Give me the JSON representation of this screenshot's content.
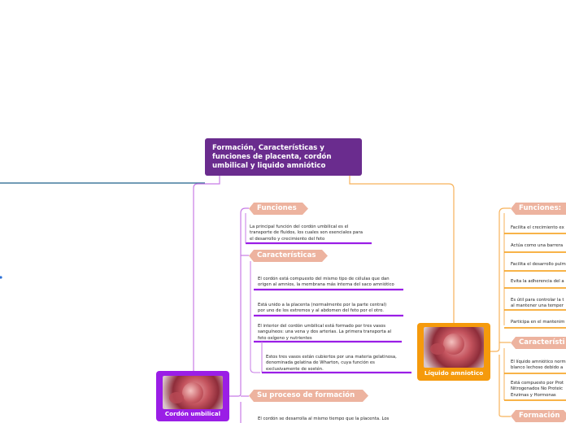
{
  "root": {
    "lines": [
      "Formación, Características y",
      "funciones de placenta, cordón",
      "umbilical y liquido amniótico"
    ]
  },
  "cordon": {
    "label": "Cordón umbilical",
    "funciones": {
      "label": "Funciones",
      "text": [
        "La principal función del cordón umbilical es el",
        "transporte de fluidos, los cuales son esenciales para",
        "el desarrollo y crecimiento del feto"
      ]
    },
    "caracteristicas": {
      "label": "Características",
      "items": [
        [
          "El cordón está compuesto del mismo tipo de células que dan",
          "origen al amnios, la membrana más interna del saco amniótico"
        ],
        [
          "Está unido a la placenta (normalmente por la parte central)",
          "por uno de los extremos y al abdomen del feto por el otro."
        ],
        [
          "El interior del cordón umbilical está formado por tres vasos",
          "sanguíneos: una vena y dos arterias. La primera transporta al",
          "feto oxígeno y nutrientes"
        ]
      ],
      "sub": [
        "Estos tres vasos están cubiertos por una materia gelatinosa,",
        "denominada gelatina de Wharton, cuya función es",
        "exclusivamente de sostén."
      ]
    },
    "proceso": {
      "label": "Su proceso de formación",
      "text": "El cordón se desarrolla al mismo tiempo que la placenta. Los"
    }
  },
  "liquido": {
    "label": "Líquido amniotico",
    "funciones": {
      "label": "Funciones:",
      "items": [
        "Facilita el crecimiento ex",
        "Actúa como una barrera",
        "Facilita el desarrollo pulm",
        "Evita la adherencia del a",
        [
          "Es útil para controlar la t",
          "al mantener una temper"
        ],
        "Participa en el mantenim"
      ]
    },
    "caracteristicas": {
      "label": "Característi",
      "items": [
        [
          "El líquido amniótico norm",
          "blanco lechoso debido a"
        ],
        [
          "Está compuesto por Prot",
          "Nitrogenados No Proteic",
          "Enzimas y Hormonas"
        ]
      ]
    },
    "formacion": {
      "label": "Formación"
    }
  },
  "colors": {
    "root": "#6a2c8e",
    "cordon": "#9a1ee6",
    "liquido": "#f59a0c",
    "tag": "#edb39f",
    "left_branch": "#1f5f8b"
  }
}
